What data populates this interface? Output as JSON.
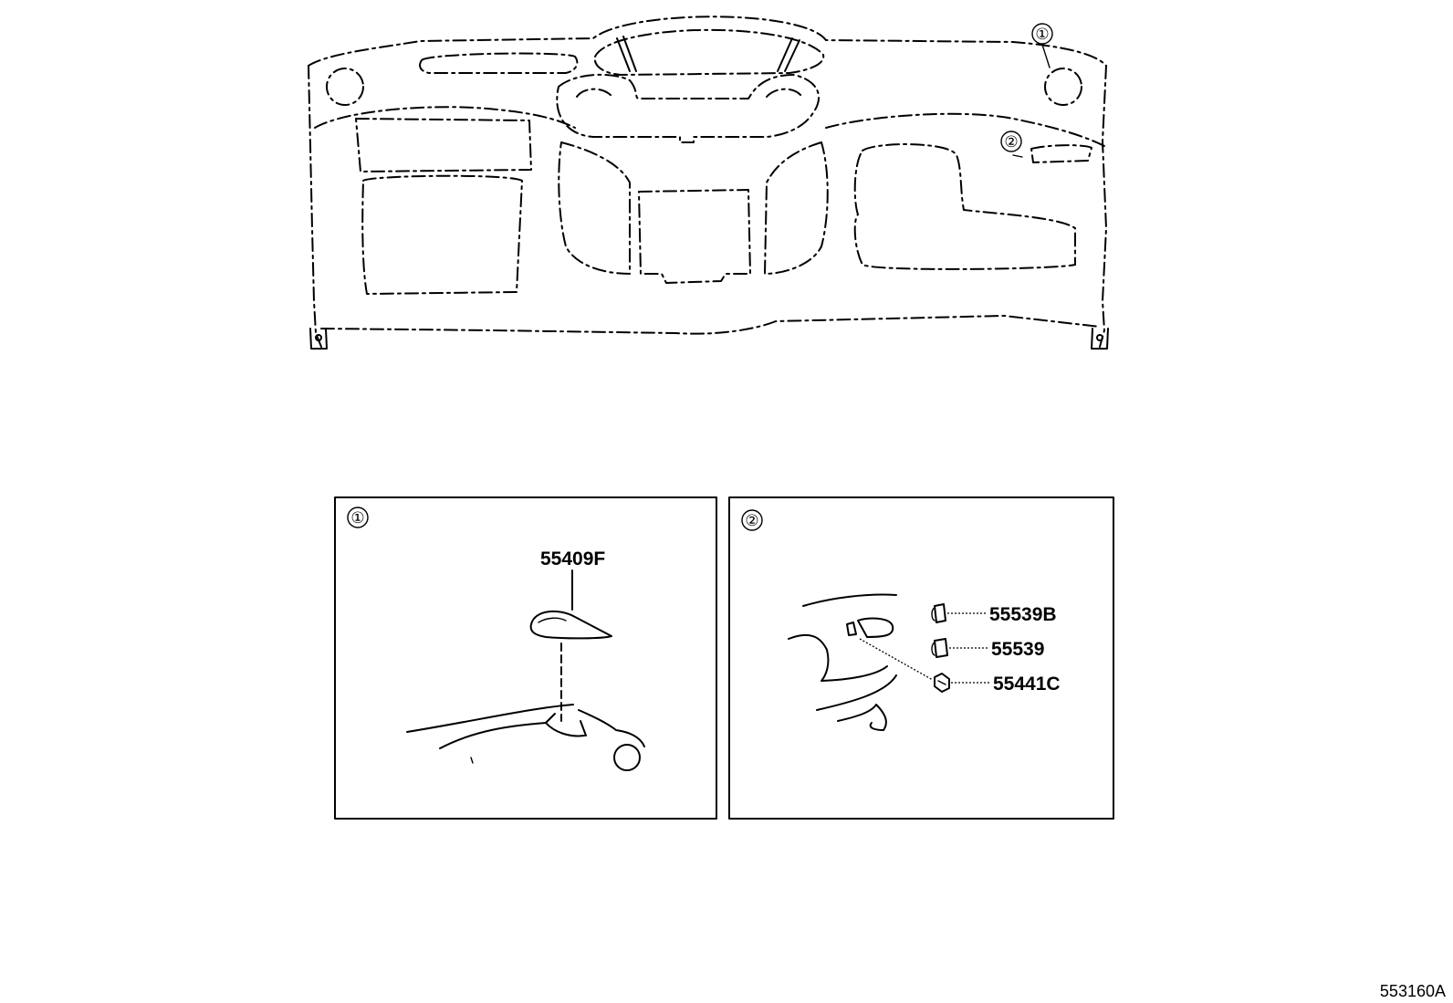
{
  "callouts": {
    "one": "①",
    "two": "②"
  },
  "detail_1": {
    "callout": "①",
    "parts": [
      "55409F"
    ]
  },
  "detail_2": {
    "callout": "②",
    "parts": [
      "55539B",
      "55539",
      "55441C"
    ]
  },
  "figure_id": "553160A"
}
